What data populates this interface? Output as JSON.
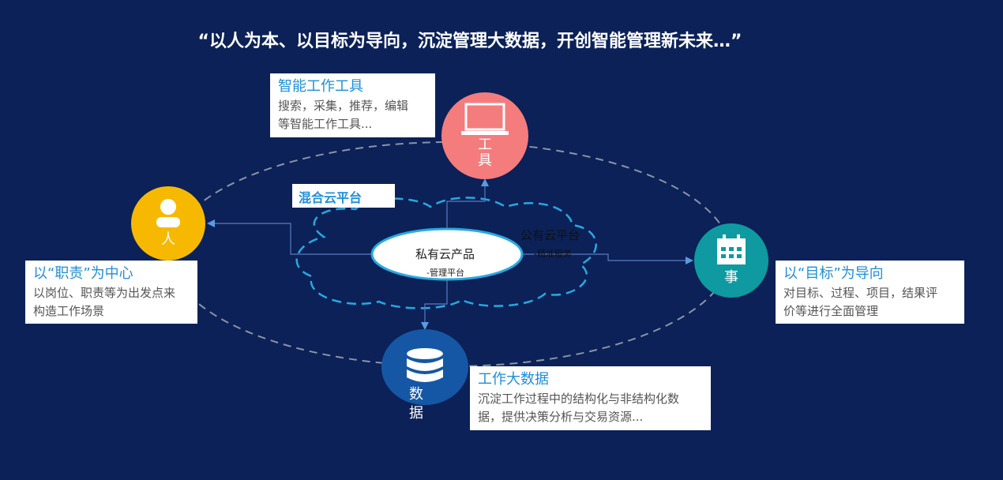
{
  "title": "“以人为本、以目标为导向，沉淀管理大数据，开创智能管理新未来…”",
  "nodes": {
    "tool": {
      "label_1": "工",
      "label_2": "具",
      "color": "#f47c7c",
      "box_title": "智能工作工具",
      "box_text_1": "搜索，采集，推荐，编辑",
      "box_text_2": "等智能工作工具..."
    },
    "person": {
      "label": "人",
      "color": "#f7b900",
      "box_title": "以“职责”为中心",
      "box_text_1": "以岗位、职责等为出发点来",
      "box_text_2": "构造工作场景"
    },
    "task": {
      "label": "事",
      "color": "#0e9aa0",
      "box_title": "以“目标”为导向",
      "box_text_1": "对目标、过程、项目，结果评",
      "box_text_2": "价等进行全面管理"
    },
    "data": {
      "label_1": "数",
      "label_2": "据",
      "color": "#1557a5",
      "box_title": "工作大数据",
      "box_text_1": "沉淀工作过程中的结构化与非结构化数",
      "box_text_2": "据，提供决策分析与交易资源..."
    }
  },
  "cloud": {
    "hybrid_label": "混合云平台",
    "private_title": "私有云产品",
    "private_sub": "-管理平台",
    "public_title": "公有云平台",
    "public_sub": "-精准服务"
  }
}
